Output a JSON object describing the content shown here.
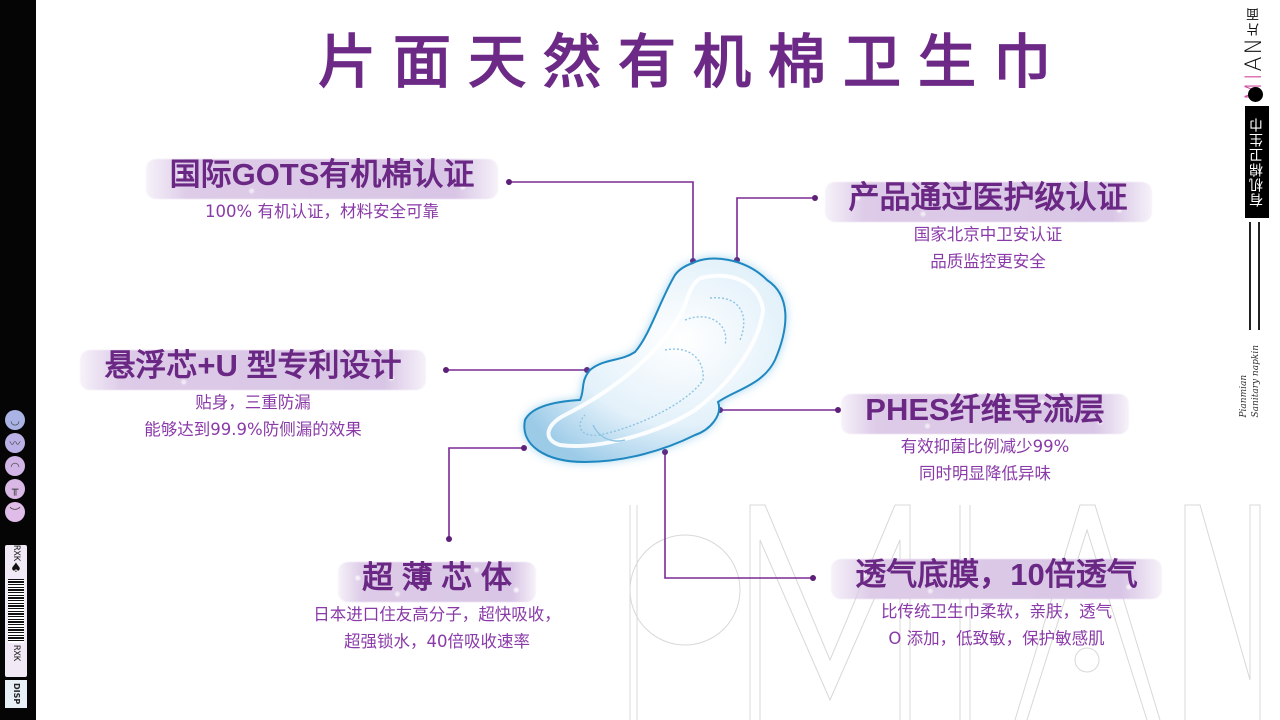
{
  "title": "片面天然有机棉卫生巾",
  "left_bar": {
    "emoji_icons": [
      "smile-face",
      "mustache-face",
      "happy-face",
      "crying-face",
      "angry-face"
    ],
    "tag_brand_top": "RXK",
    "tag_brand_bottom": "RXK",
    "tag_symbol": "♠",
    "tag_small_label": "DISP"
  },
  "right_strip": {
    "logo_latin_prefix": "P",
    "logo_pink": "MI",
    "logo_latin_suffix": "AN",
    "logo_chinese": "片面",
    "slogan": "有机棉卫生巾",
    "script_line1": "Pianmian",
    "script_line2": "Sanitary napkin"
  },
  "watermark_text": "PMIAN",
  "colors": {
    "title_purple": "#6c2a86",
    "heading_purple": "#6a2884",
    "sub_purple": "#8a3aa8",
    "connector_purple": "#7b2a95",
    "brush_lavender": "#d9c6e6",
    "pad_blue": "#1f88c0"
  },
  "features": [
    {
      "id": "gots",
      "heading": "国际GOTS有机棉认证",
      "lines": [
        "100% 有机认证，材料安全可靠"
      ]
    },
    {
      "id": "medical",
      "heading": "产品通过医护级认证",
      "lines": [
        "国家北京中卫安认证",
        "品质监控更安全"
      ]
    },
    {
      "id": "suspension",
      "heading": "悬浮芯+U 型专利设计",
      "lines": [
        "贴身，三重防漏",
        "能够达到99.9%防侧漏的效果"
      ]
    },
    {
      "id": "phes",
      "heading": "PHES纤维导流层",
      "lines": [
        "有效抑菌比例减少99%",
        "同时明显降低异味"
      ]
    },
    {
      "id": "ultrathin",
      "heading": "超 薄 芯 体",
      "lines": [
        "日本进口住友高分子，超快吸收，",
        "超强锁水，40倍吸收速率"
      ]
    },
    {
      "id": "breathable",
      "heading": "透气底膜，10倍透气",
      "lines": [
        "比传统卫生巾柔软，亲肤，透气",
        "O 添加，低致敏，保护敏感肌"
      ]
    }
  ]
}
